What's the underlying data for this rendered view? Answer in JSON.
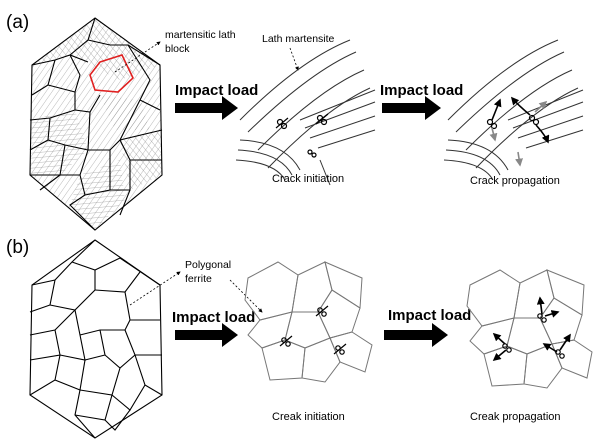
{
  "panel_a": {
    "label": "(a)",
    "annotation_block": [
      "martensitic lath",
      "block"
    ],
    "annotation_lath": "Lath martensite",
    "arrow1_label": "Impact load",
    "arrow2_label": "Impact load",
    "caption1": "Crack initiation",
    "caption2": "Crack propagation"
  },
  "panel_b": {
    "label": "(b)",
    "annotation_ferrite": [
      "Polygonal",
      "ferrite"
    ],
    "arrow1_label": "Impact load",
    "arrow2_label": "Impact load",
    "caption1": "Creak initiation",
    "caption2": "Creak propagation"
  },
  "colors": {
    "highlight": "#e02020",
    "line": "#000000",
    "grey": "#8a8a8a"
  }
}
